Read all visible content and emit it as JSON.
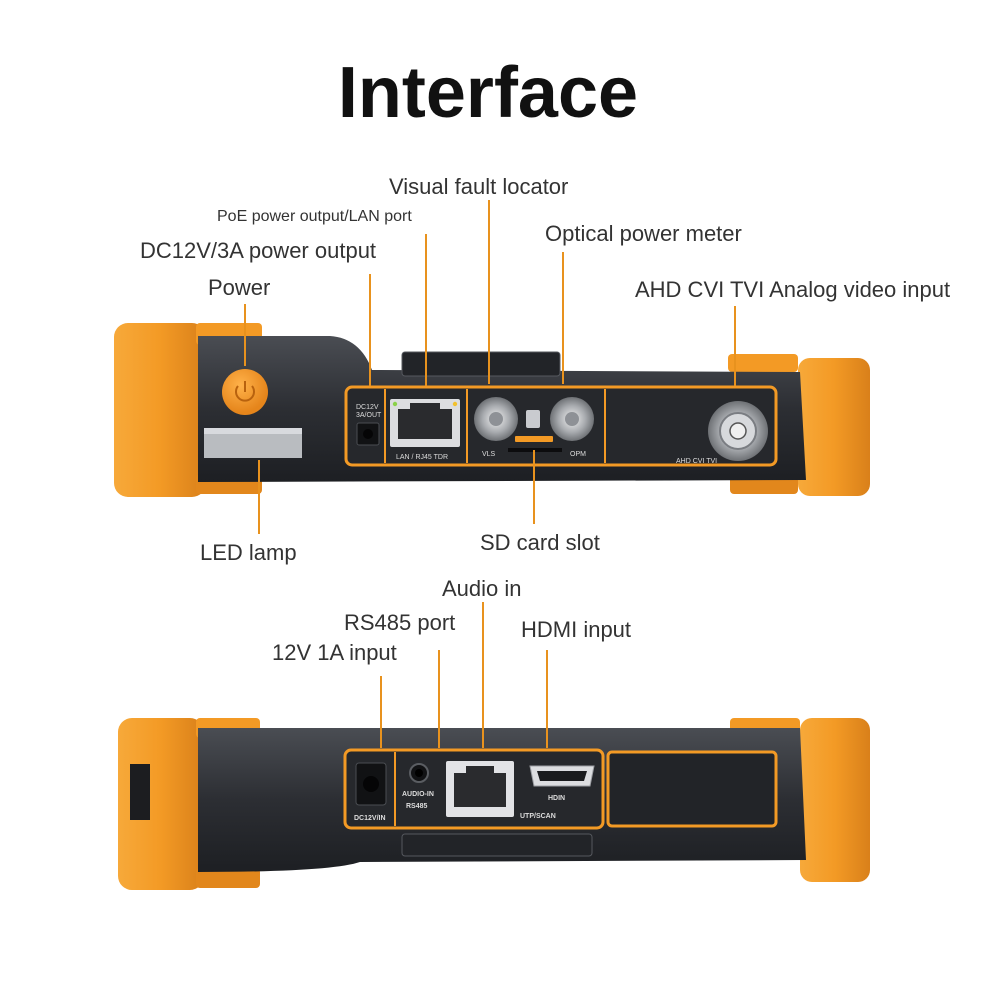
{
  "title": "Interface",
  "colors": {
    "accent": "#f39a25",
    "body": "#2e3035",
    "text": "#333333"
  },
  "top_panel": {
    "labels": {
      "visual_fault_locator": "Visual fault locator",
      "poe_lan": "PoE power output/LAN port",
      "dc_output": "DC12V/3A power output",
      "optical_power_meter": "Optical power meter",
      "power": "Power",
      "analog_video": "AHD CVI TVI Analog video input",
      "led_lamp": "LED lamp",
      "sd_card_slot": "SD card slot"
    },
    "print": {
      "dc_line1": "DC12V",
      "dc_line2": "3A/OUT",
      "lan": "LAN / RJ45 TDR",
      "vls": "VLS",
      "opm": "OPM",
      "ahd": "AHD CVI TVI"
    }
  },
  "bottom_panel": {
    "labels": {
      "audio_in": "Audio in",
      "rs485": "RS485 port",
      "hdmi": "HDMI input",
      "input_12v": "12V 1A input"
    },
    "print": {
      "dc_in": "DC12V/IN",
      "audio_in": "AUDIO-IN",
      "rs485": "RS485",
      "utp": "UTP/SCAN",
      "hdmi": "HDIN"
    }
  }
}
